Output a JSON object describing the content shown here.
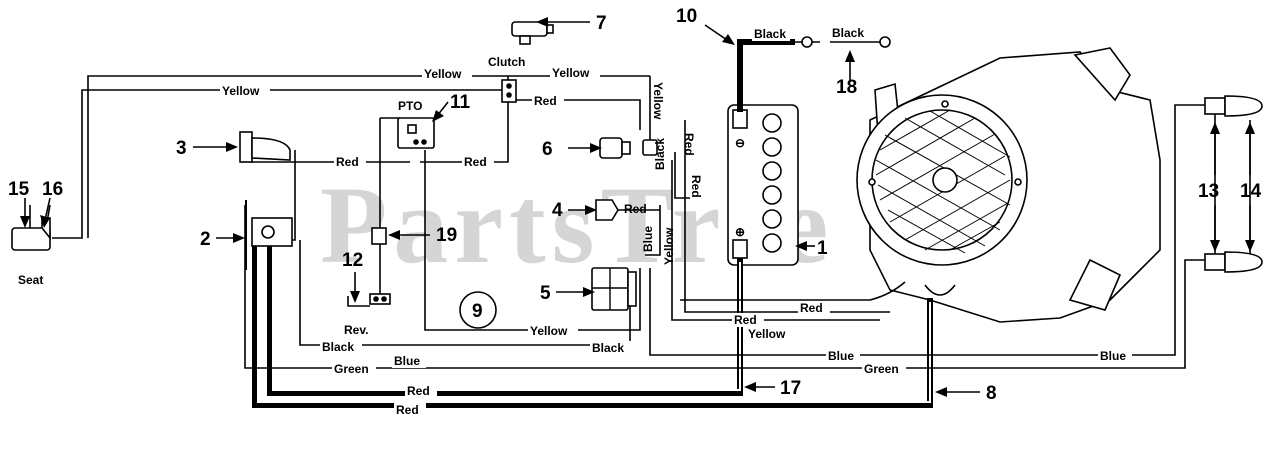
{
  "watermark": "PartsTree",
  "labels": {
    "seat": "Seat",
    "clutch": "Clutch",
    "pto": "PTO",
    "rev": "Rev."
  },
  "callouts": {
    "n1": "1",
    "n2": "2",
    "n3": "3",
    "n4": "4",
    "n5": "5",
    "n6": "6",
    "n7": "7",
    "n8": "8",
    "n9": "9",
    "n10": "10",
    "n11": "11",
    "n12": "12",
    "n13": "13",
    "n14": "14",
    "n15": "15",
    "n16": "16",
    "n17": "17",
    "n18": "18",
    "n19": "19"
  },
  "wires": {
    "black": "Black",
    "yellow": "Yellow",
    "red": "Red",
    "blue": "Blue",
    "green": "Green"
  }
}
